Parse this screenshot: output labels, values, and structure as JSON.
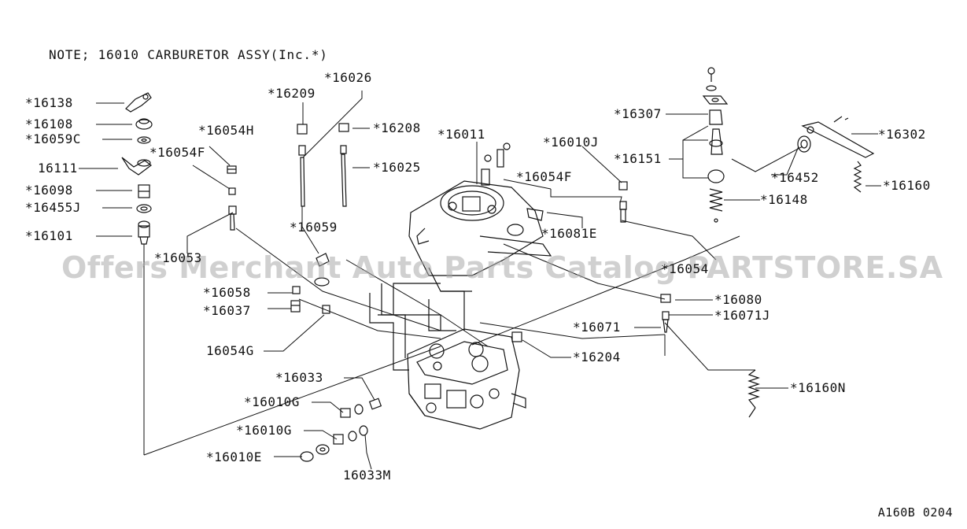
{
  "note": "NOTE; 16010 CARBURETOR ASSY(Inc.*)",
  "watermark": "Offers Merchant Auto Parts Catalog PARTSTORE.SA",
  "diagram_code": "A160B 0204",
  "labels": {
    "p16138": "*16138",
    "p16108": "*16108",
    "p16059c": "*16059C",
    "p16111": "16111",
    "p16098": "*16098",
    "p16455j": "*16455J",
    "p16101": "*16101",
    "p16054h": "*16054H",
    "p16054f_left": "*16054F",
    "p16053": "*16053",
    "p16209": "*16209",
    "p16026": "*16026",
    "p16208": "*16208",
    "p16025": "*16025",
    "p16059": "*16059",
    "p16058": "*16058",
    "p16037": "*16037",
    "p16054g": "16054G",
    "p16033": "*16033",
    "p16010g_top": "*16010G",
    "p16010g_bottom": "*16010G",
    "p16010e": "*16010E",
    "p16033m": "16033M",
    "p16011": "*16011",
    "p16054f_right": "*16054F",
    "p16010j": "*16010J",
    "p16081e": "*16081E",
    "p16307": "*16307",
    "p16151": "*16151",
    "p16452": "*16452",
    "p16302": "*16302",
    "p16160": "*16160",
    "p16148": "*16148",
    "p16054": "*16054",
    "p16080": "*16080",
    "p16071j": "*16071J",
    "p16071": "*16071",
    "p16204": "*16204",
    "p16160n": "*16160N"
  }
}
